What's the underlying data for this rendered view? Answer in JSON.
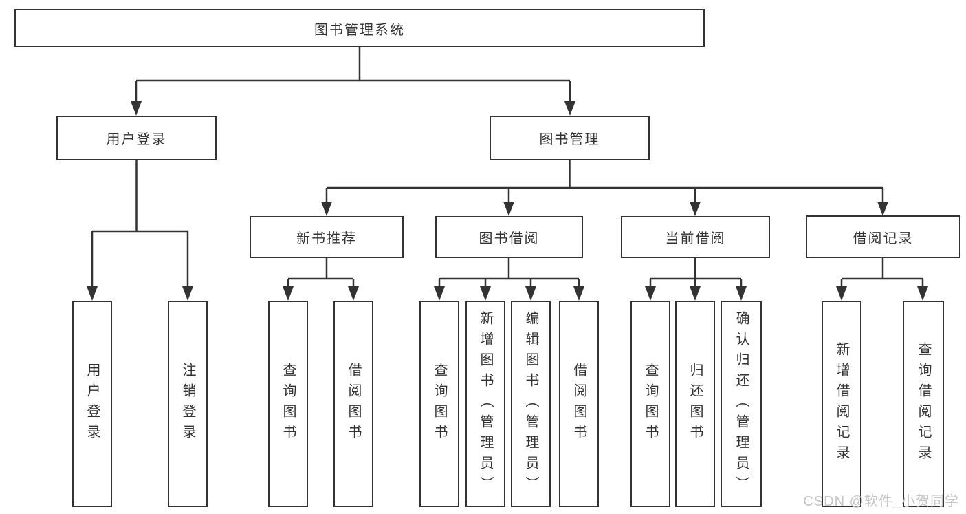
{
  "diagram": {
    "title": "图书管理系统",
    "root": {
      "label": "图书管理系统"
    },
    "branches": [
      {
        "label": "用户登录",
        "children": [
          {
            "label": "用户登录"
          },
          {
            "label": "注销登录"
          }
        ]
      },
      {
        "label": "图书管理",
        "children": [
          {
            "label": "新书推荐",
            "children": [
              {
                "label": "查询图书"
              },
              {
                "label": "借阅图书"
              }
            ]
          },
          {
            "label": "图书借阅",
            "children": [
              {
                "label": "查询图书"
              },
              {
                "label": "新增图书（管理员）"
              },
              {
                "label": "编辑图书（管理员）"
              },
              {
                "label": "借阅图书"
              }
            ]
          },
          {
            "label": "当前借阅",
            "children": [
              {
                "label": "查询图书"
              },
              {
                "label": "归还图书"
              },
              {
                "label": "确认归还（管理员）"
              }
            ]
          },
          {
            "label": "借阅记录",
            "children": [
              {
                "label": "新增借阅记录"
              },
              {
                "label": "查询借阅记录"
              }
            ]
          }
        ]
      }
    ]
  },
  "watermark": {
    "text": "CSDN @软件_小贺同学",
    "color": "#c5c5c5"
  },
  "colors": {
    "line": "#333333",
    "text": "#333333",
    "box_border": "#333333",
    "box_background": "#ffffff",
    "page_background": "#ffffff",
    "watermark": "#c5c5c5"
  }
}
